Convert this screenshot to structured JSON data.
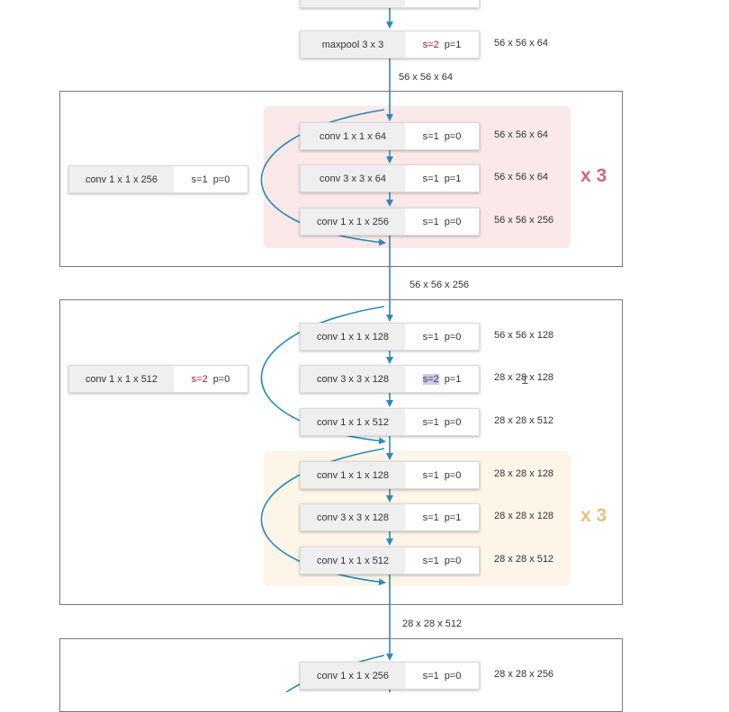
{
  "colors": {
    "arrow": "#2a8bb8",
    "pink_group": "#fbe9e9",
    "cream_group": "#fdf5e8",
    "repeat_pink": "#d3687a",
    "repeat_cream": "#e8c17f",
    "stride_red": "#9b1b2a"
  },
  "top_layer": {
    "name": "maxpool 3 x 3",
    "stride": "s=2",
    "pad": "p=1",
    "out": "56 x 56 x 64"
  },
  "between_shapes": [
    "56 x 56 x 64",
    "56 x 56 x 256",
    "28 x 28 x 512"
  ],
  "stage1": {
    "shortcut": {
      "name": "conv 1 x 1 x 256",
      "stride": "s=1",
      "pad": "p=0"
    },
    "repeat": "x 3",
    "layers": [
      {
        "name": "conv 1 x 1 x 64",
        "stride": "s=1",
        "pad": "p=0",
        "out": "56 x 56 x 64"
      },
      {
        "name": "conv 3 x 3 x 64",
        "stride": "s=1",
        "pad": "p=1",
        "out": "56 x 56 x 64"
      },
      {
        "name": "conv 1 x 1 x 256",
        "stride": "s=1",
        "pad": "p=0",
        "out": "56 x 56 x 256"
      }
    ]
  },
  "stage2": {
    "shortcut": {
      "name": "conv 1 x 1 x 512",
      "stride": "s=2",
      "pad": "p=0"
    },
    "repeat": "x 3",
    "first_block": [
      {
        "name": "conv 1 x 1 x 128",
        "stride": "s=1",
        "pad": "p=0",
        "out": "56 x 56 x 128"
      },
      {
        "name": "conv 3 x 3 x 128",
        "stride": "s=2",
        "pad": "p=1",
        "out": "28 x 28 x 128"
      },
      {
        "name": "conv 1 x 1 x 512",
        "stride": "s=1",
        "pad": "p=0",
        "out": "28 x 28 x 512"
      }
    ],
    "repeat_block": [
      {
        "name": "conv 1 x 1 x 128",
        "stride": "s=1",
        "pad": "p=0",
        "out": "28 x 28 x 128"
      },
      {
        "name": "conv 3 x 3 x 128",
        "stride": "s=1",
        "pad": "p=1",
        "out": "28 x 28 x 128"
      },
      {
        "name": "conv 1 x 1 x 512",
        "stride": "s=1",
        "pad": "p=0",
        "out": "28 x 28 x 512"
      }
    ]
  },
  "stage3": {
    "layers": [
      {
        "name": "conv 1 x 1 x 256",
        "stride": "s=1",
        "pad": "p=0",
        "out": "28 x 28 x 256"
      }
    ]
  }
}
